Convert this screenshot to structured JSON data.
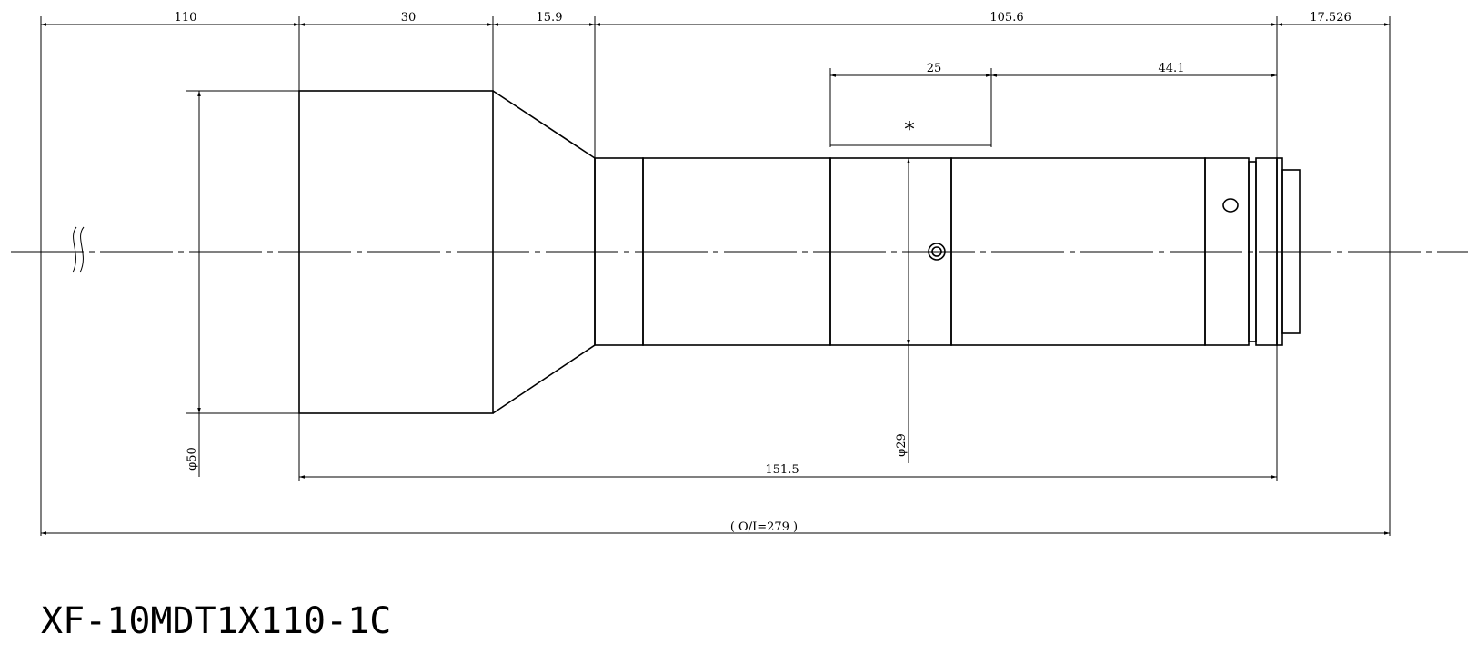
{
  "drawing": {
    "model": "XF-10MDT1X110-1C",
    "dimensions": {
      "d110": "110",
      "d30": "30",
      "d15_9": "15.9",
      "d105_6": "105.6",
      "d17_526": "17.526",
      "d25": "25",
      "d44_1": "44.1",
      "star": "*",
      "phi50": "φ50",
      "phi29": "φ29",
      "d151_5": "151.5",
      "oi": "( O/I=279 )"
    }
  }
}
